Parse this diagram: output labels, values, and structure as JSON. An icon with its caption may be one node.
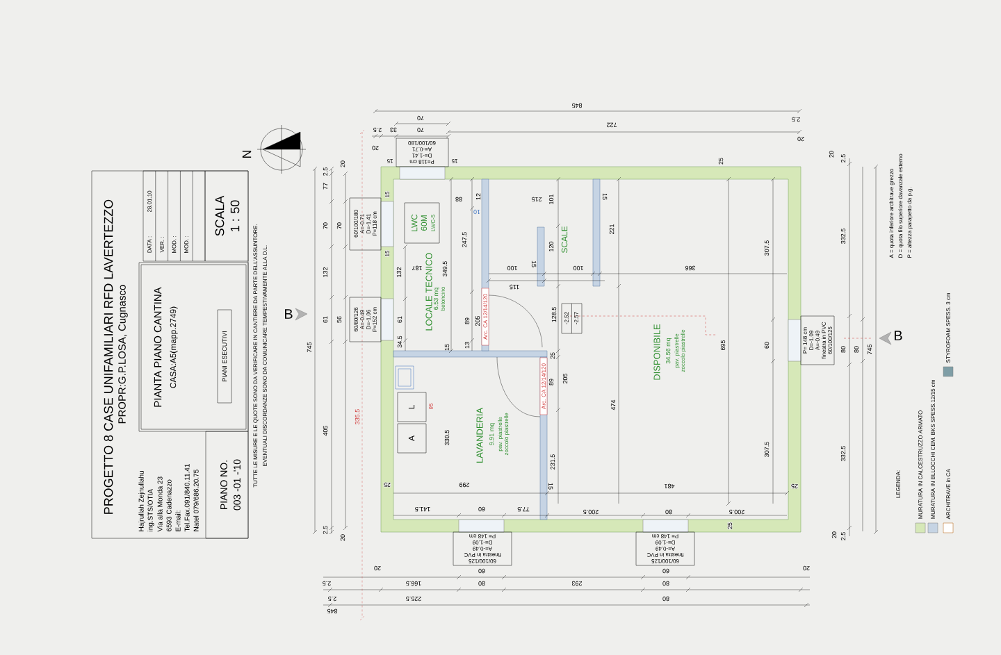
{
  "diagram": {
    "nodes": [
      {
        "text": [
          "PROGETTO 8 CASE UNIFAMILIARI RFD LAVERTEZZO",
          "PROPR:G.P.LOSA, Cugnasco"
        ]
      },
      {
        "text": [
          "Hajrullah Zejnullahu",
          "ing.STS/OTIA",
          "Via alla Monda 23",
          "6593 Cadenazzo",
          "E-mail:",
          "Tel.Fax.091/840.11.41",
          "Natel 079/686.20.75"
        ],
        "in": 0
      },
      {
        "text": [
          "DATA :",
          "28.01.10",
          "VER. :",
          "MOD. :",
          "MOD. :"
        ],
        "in": 0
      },
      {
        "text": [
          "PIANTA PIANO CANTINA",
          "CASA:A5(mapp.2749)"
        ],
        "in": 0
      },
      {
        "text": [
          "PIANI ESECUTIVI"
        ],
        "in": 3
      },
      {
        "text": [
          "PIANO NO.",
          "003 -01 -'10"
        ],
        "in": 0
      },
      {
        "text": [
          "SCALA",
          "1 : 50"
        ],
        "in": 0
      },
      {
        "text": [
          "60/100/180",
          "A=-0.71",
          "D=-1.41",
          "P=118 cm"
        ]
      },
      {
        "text": [
          "60/100/180",
          "A=-0.71",
          "D=-1.41",
          "P=118 cm"
        ]
      },
      {
        "text": [
          "60/80/126",
          "A=-0.49",
          "D=-1.06",
          "P=152 cm"
        ]
      },
      {
        "text": [
          "LWC 60M",
          "LWC-5"
        ]
      },
      {
        "text": [
          "-2.52",
          "-2.57"
        ]
      },
      {
        "text": [
          "L"
        ]
      },
      {
        "text": [
          "A"
        ]
      },
      {
        "text": [
          "P= 148 cm",
          "D=-1.09",
          "A=-0.49",
          "finestra in PVC",
          "60/100/125"
        ]
      },
      {
        "text": [
          "P= 148 cm",
          "D=-1.09",
          "A=-0.49",
          "finestra in PVC",
          "60/100/125"
        ]
      },
      {
        "text": [
          "P= 148 cm",
          "D=-1.09",
          "A=-0.49",
          "finestra in PVC",
          "60/100/125"
        ]
      }
    ],
    "labels": [
      "TUTTE LE MISURE E LE QUOTE SONO DA VERIFICARE IN CANTIERE DA PARTE DELL'ASSUNTORE.",
      "EVENTUALI DISCORDANZE SONO DA COMUNICARE TEMPESTIVAMENTE ALLA D.L.",
      "N",
      "B",
      "B",
      "2.5",
      "77",
      "70",
      "132",
      "61",
      "405",
      "2.5",
      "20",
      "70",
      "56",
      "20",
      "745",
      "335.5",
      "95",
      "845",
      "722",
      "70",
      "2.5",
      "33",
      "70",
      "20",
      "2.5",
      "20",
      "15",
      "15",
      "15",
      "15",
      "LOCALE TECNICO",
      "6.53 mq",
      "betoncino",
      "SCALE",
      "LAVANDERIA",
      "9.91 mq",
      "pav. piastrelle",
      "zoccolo piastrelle",
      "DISPONIBILE",
      "34.56 mq",
      "pav. piastrelle",
      "zoccolo piastrelle",
      "Arc. CA 12/14/120",
      "Arc. CA 12/14/120",
      "132",
      "61",
      "34.5",
      "187",
      "349.5",
      "247.5",
      "88",
      "12",
      "10",
      "15",
      "13",
      "89",
      "205",
      "100",
      "115",
      "215",
      "101",
      "120",
      "15",
      "15",
      "100",
      "221",
      "366",
      "307.5",
      "25",
      "128.5",
      "25",
      "89",
      "205",
      "474",
      "695",
      "60",
      "330.5",
      "231.5",
      "307.5",
      "25",
      "299",
      "15",
      "481",
      "25",
      "141.5",
      "60",
      "77.5",
      "200.5",
      "80",
      "200.5",
      "25",
      "20",
      "60",
      "60",
      "2.5",
      "166.5",
      "80",
      "293",
      "80",
      "20",
      "2.5",
      "225.5",
      "80",
      "845",
      "20",
      "2.5",
      "332.5",
      "80",
      "80",
      "745",
      "332.5",
      "20",
      "2.5",
      "A = quota inferiore architrave grezzo",
      "D = quota filo superiore davanzale esterno",
      "P = altezza parapetto da p.g.",
      "LEGENDA:"
    ],
    "legend": [
      {
        "text": "MURATURA IN CALCESTRUZZO ARMATO",
        "color": "#d6e8b8"
      },
      {
        "text": "MURATURA IN BLLOCCHI CEM. BKS SPESS.12/15 cm",
        "color": "#c6d4e4"
      },
      {
        "text": "ARCHITRAVE in CA"
      },
      {
        "text": "STYROFOAM SPESS. 3 cm",
        "color": "#7f9ea6"
      }
    ]
  }
}
